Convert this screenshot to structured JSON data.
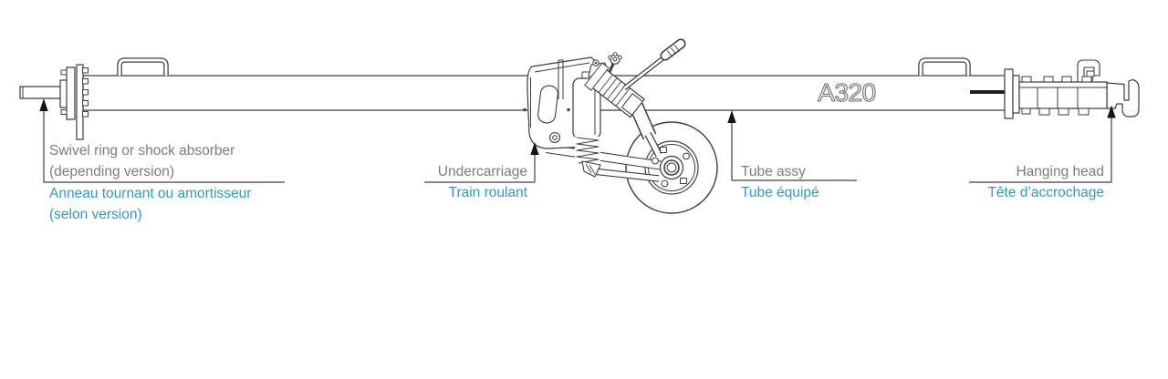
{
  "diagram": {
    "tube_marking": "A320",
    "labels": {
      "swivel": {
        "en_line1": "Swivel ring or shock absorber",
        "en_line2": "(depending version)",
        "fr_line1": "Anneau tournant ou amortisseur",
        "fr_line2": "(selon version)"
      },
      "undercarriage": {
        "en": "Undercarriage",
        "fr": "Train roulant"
      },
      "tube": {
        "en": "Tube assy",
        "fr": "Tube équipé"
      },
      "hanging_head": {
        "en": "Hanging head",
        "fr": "Tête d’accrochage"
      }
    },
    "colors": {
      "line": "#3d3d3d",
      "leader": "#787878",
      "arrow": "#151515",
      "en_text": "#7c7c7c",
      "fr_text": "#2d9bc8"
    }
  }
}
